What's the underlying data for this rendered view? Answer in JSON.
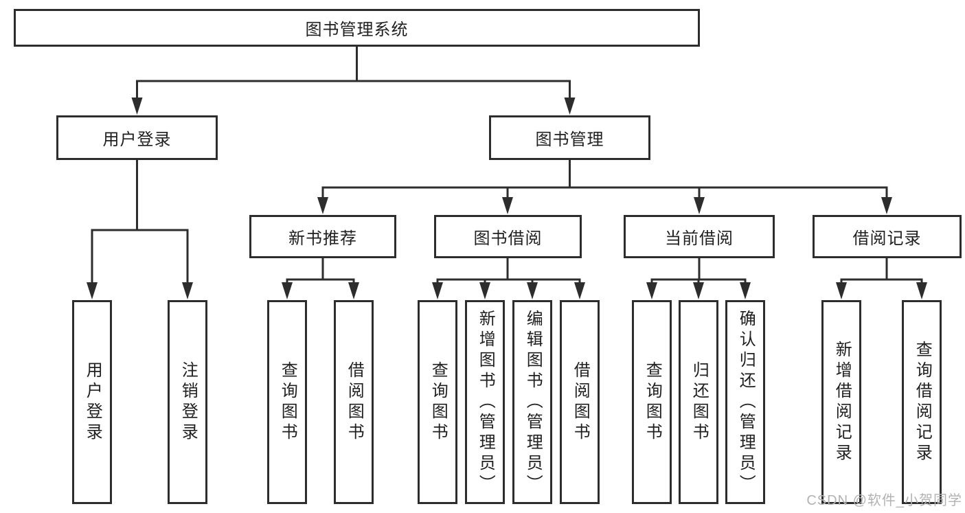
{
  "title": "图书管理系统",
  "level2": [
    {
      "label": "用户登录",
      "children": [
        "用户登录",
        "注销登录"
      ]
    },
    {
      "label": "图书管理"
    }
  ],
  "level3": [
    {
      "label": "新书推荐",
      "children": [
        "查询图书",
        "借阅图书"
      ]
    },
    {
      "label": "图书借阅",
      "children": [
        "查询图书",
        "新增图书（管理员）",
        "编辑图书（管理员）",
        "借阅图书"
      ]
    },
    {
      "label": "当前借阅",
      "children": [
        "查询图书",
        "归还图书",
        "确认归还（管理员）"
      ]
    },
    {
      "label": "借阅记录",
      "children": [
        "新增借阅记录",
        "查询借阅记录"
      ]
    }
  ],
  "watermark": "CSDN @软件_小贺同学",
  "colors": {
    "line": "#2d2d2d",
    "text": "#1f1f1f",
    "watermark": "#b2b2b2"
  }
}
